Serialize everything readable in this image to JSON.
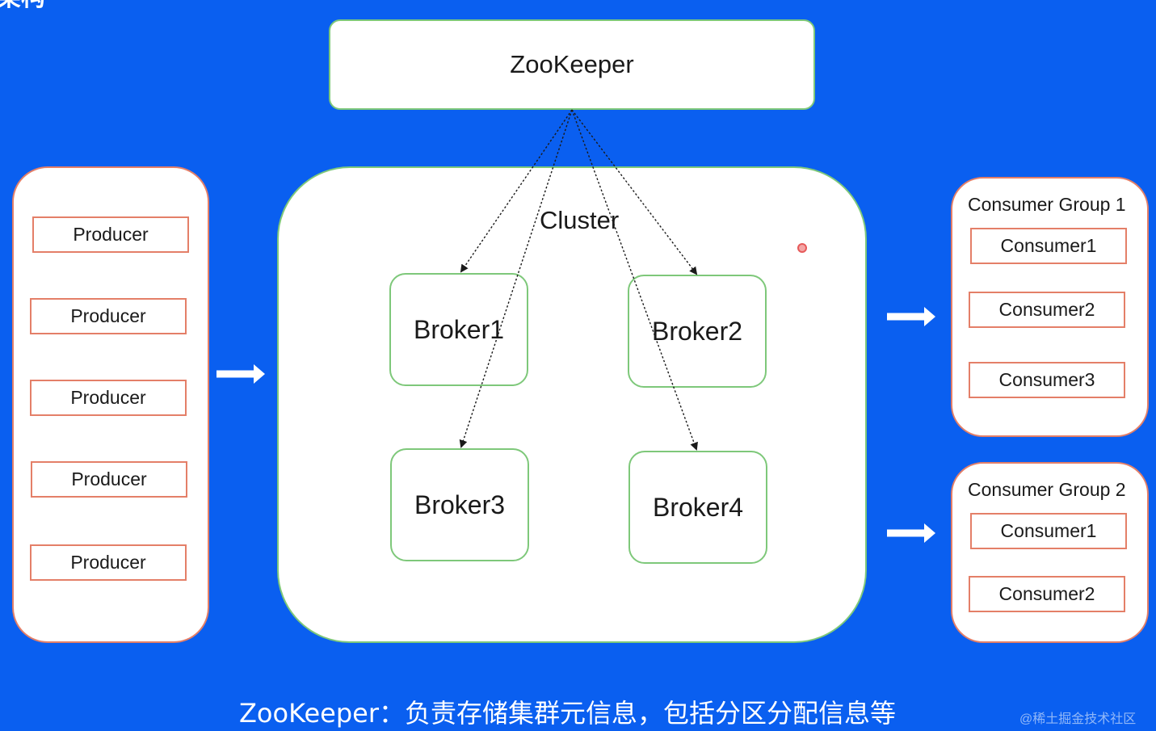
{
  "header": {
    "title_fragment": "架构"
  },
  "zookeeper": {
    "label": "ZooKeeper"
  },
  "producers": {
    "items": [
      "Producer",
      "Producer",
      "Producer",
      "Producer",
      "Producer"
    ]
  },
  "cluster": {
    "label": "Cluster",
    "brokers": [
      "Broker1",
      "Broker2",
      "Broker3",
      "Broker4"
    ]
  },
  "consumer_groups": [
    {
      "title": "Consumer Group 1",
      "consumers": [
        "Consumer1",
        "Consumer2",
        "Consumer3"
      ]
    },
    {
      "title": "Consumer Group 2",
      "consumers": [
        "Consumer1",
        "Consumer2"
      ]
    }
  ],
  "caption": "ZooKeeper：负责存储集群元信息，包括分区分配信息等",
  "watermark": "@稀土掘金技术社区",
  "colors": {
    "background": "#0a5ff0",
    "producer_border": "#e47f68",
    "broker_border": "#7ec87a"
  }
}
